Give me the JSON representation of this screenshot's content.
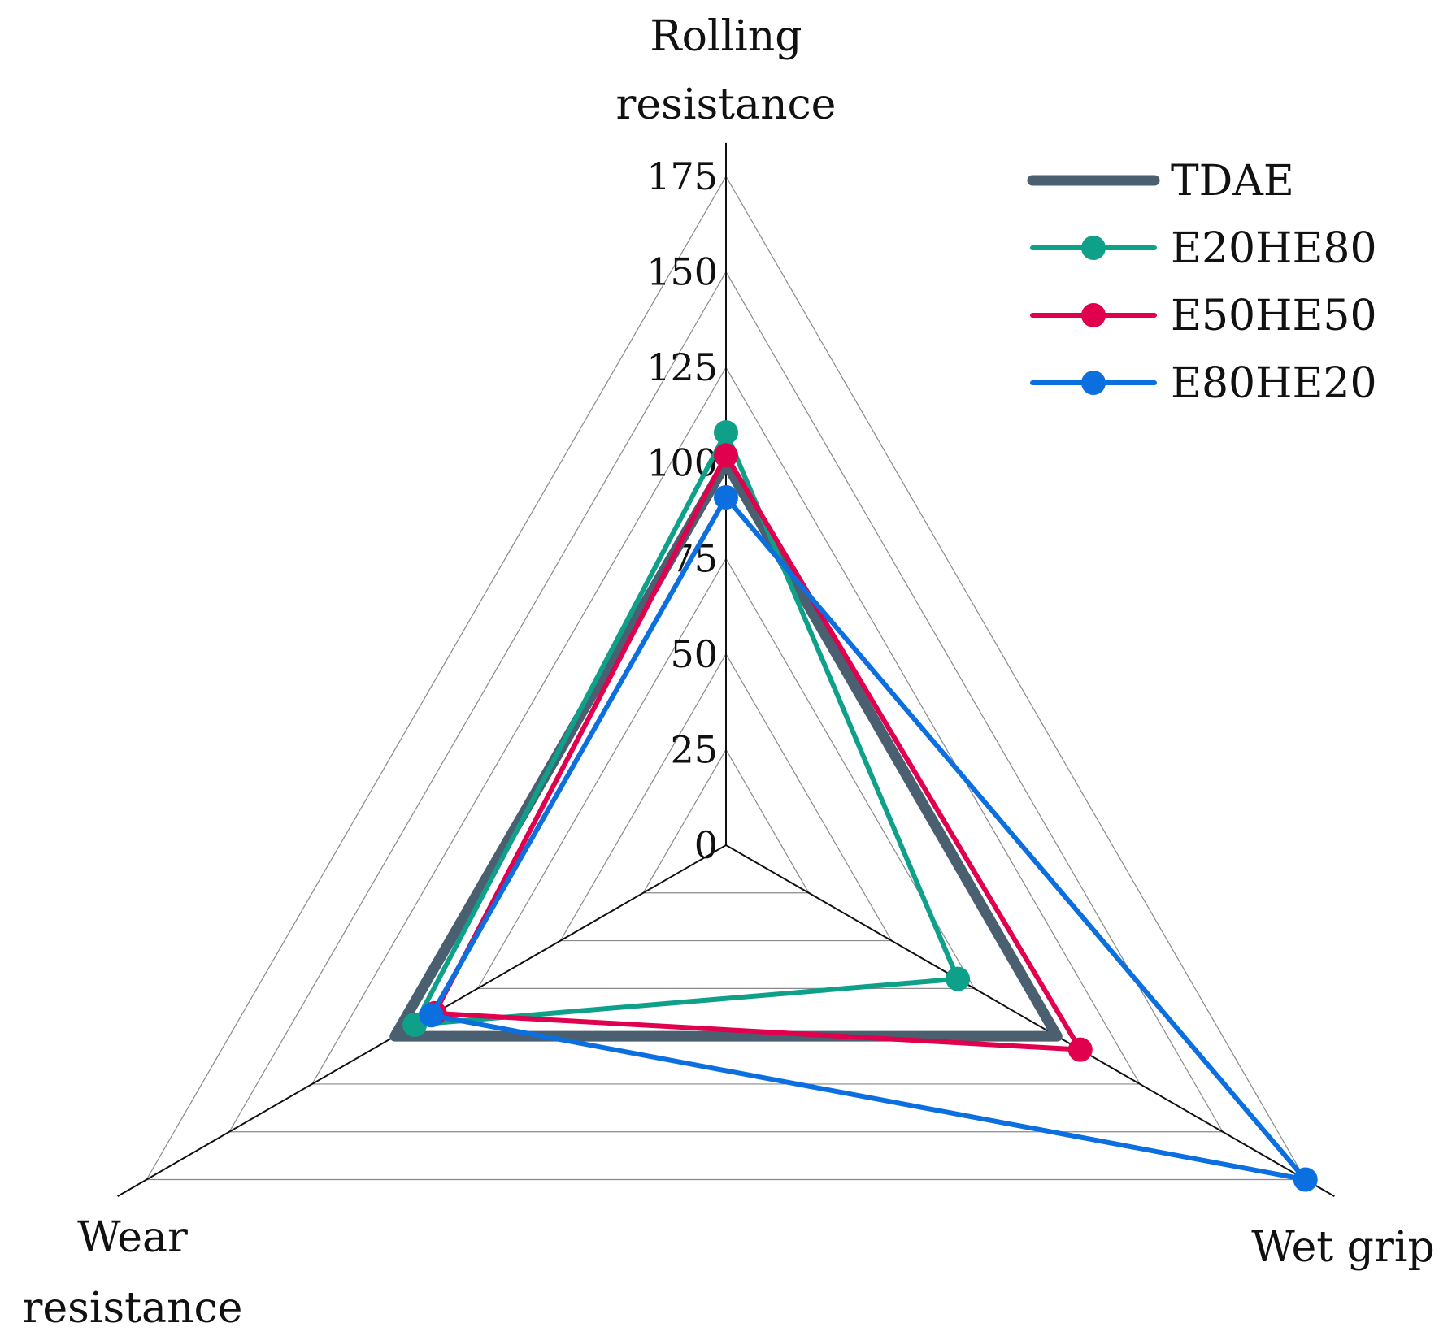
{
  "chart_data": {
    "type": "radar",
    "axes": [
      "Rolling resistance",
      "Wet grip",
      "Wear resistance"
    ],
    "axis_title_lines": [
      [
        "Rolling",
        "resistance"
      ],
      [
        "Wet grip"
      ],
      [
        "Wear",
        "resistance"
      ]
    ],
    "ticks": [
      "0",
      "25",
      "50",
      "75",
      "100",
      "125",
      "150",
      "175"
    ],
    "tick_values": [
      0,
      25,
      50,
      75,
      100,
      125,
      150,
      175
    ],
    "range": [
      0,
      175
    ],
    "grid": true,
    "legend_position": "top-right",
    "series": [
      {
        "name": "TDAE",
        "values": [
          100,
          100,
          100
        ],
        "color": "#4a5f6f",
        "markers": false
      },
      {
        "name": "E20HE80",
        "values": [
          108,
          70,
          94
        ],
        "color": "#0fa08a",
        "markers": true
      },
      {
        "name": "E50HE50",
        "values": [
          102,
          107,
          88
        ],
        "color": "#e0004d",
        "markers": true
      },
      {
        "name": "E80HE20",
        "values": [
          91,
          175,
          89
        ],
        "color": "#0b6fe0",
        "markers": true
      }
    ]
  }
}
